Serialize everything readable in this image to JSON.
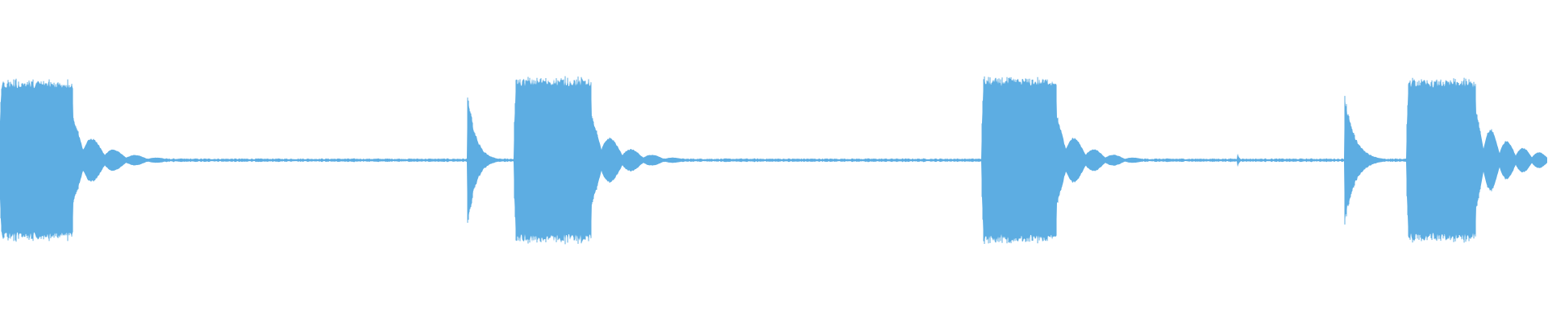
{
  "waveform": {
    "color": "#5dade2",
    "background": "#ffffff",
    "bursts": [
      {
        "type": "sustain",
        "peak": 0.97,
        "decay": "lobes"
      },
      {
        "type": "transient",
        "peak": 0.88
      },
      {
        "type": "sustain",
        "peak": 1.0,
        "decay": "lobes"
      },
      {
        "type": "sustain",
        "peak": 1.0,
        "decay": "lobes"
      },
      {
        "type": "transient",
        "peak": 0.09
      },
      {
        "type": "transient",
        "peak": 0.8
      },
      {
        "type": "sustain",
        "peak": 0.98,
        "decay": "lobes-cut"
      }
    ]
  }
}
